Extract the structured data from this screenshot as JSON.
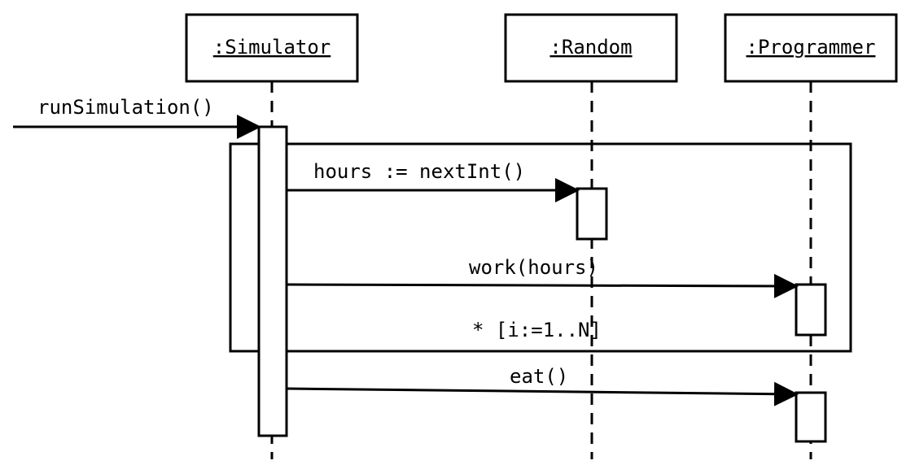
{
  "objects": [
    {
      "label": ":Simulator"
    },
    {
      "label": ":Random"
    },
    {
      "label": ":Programmer"
    }
  ],
  "messages": {
    "run": "runSimulation()",
    "next_int": "hours := nextInt()",
    "work": "work(hours)",
    "eat": "eat()"
  },
  "loop_fragment": {
    "guard": "* [i:=1..N]"
  }
}
